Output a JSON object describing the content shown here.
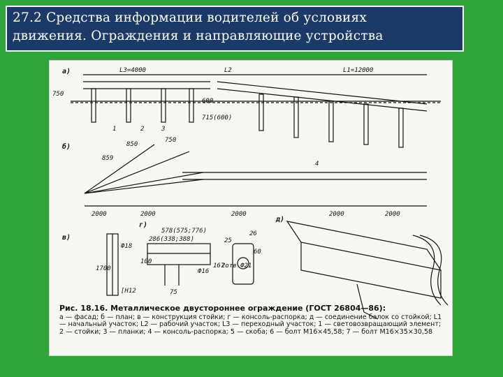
{
  "slide": {
    "title_line1": "27.2 Средства информации водителей об условиях",
    "title_line2": "движения. Ограждения и направляющие устройства"
  },
  "figure": {
    "caption_title": "Рис. 18.16. Металлическое двустороннее ограждение (ГОСТ 26804—86):",
    "caption_body": "а — фасад; б — план; в — конструкция стойки; г — консоль-распорка; д — соединение балок со стойкой; L1 — начальный участок; L2 — рабочий участок; L3 — переходный участок; 1 — световозвращающий элемент; 2 — стойки; 3 — планки; 4 — консоль-распорка; 5 — скоба; 6 — болт М16×45,58; 7 — болт М16×35×30,58",
    "labels": {
      "a": "а)",
      "b": "б)",
      "v": "в)",
      "g": "г)",
      "d": "д)",
      "l3": "L3=4000",
      "l2": "L2",
      "l1": "L1=12000",
      "h750": "750",
      "h600": "600",
      "h715": "715(600)",
      "d1": "1",
      "d2": "2",
      "d3": "3",
      "dim2000": "2000",
      "s859": "859",
      "s850": "850",
      "s750": "750",
      "w578": "578(575;776)",
      "w286": "286(338;388)",
      "h1700": "1700",
      "p8": "Ф18",
      "d4": "4",
      "cn12": "[Н12",
      "r75": "75",
      "b216": "Ф16",
      "b2": "2отв Ф21",
      "n25": "25",
      "n26": "26",
      "n167": "167",
      "n100": "100",
      "n60": "60"
    }
  }
}
